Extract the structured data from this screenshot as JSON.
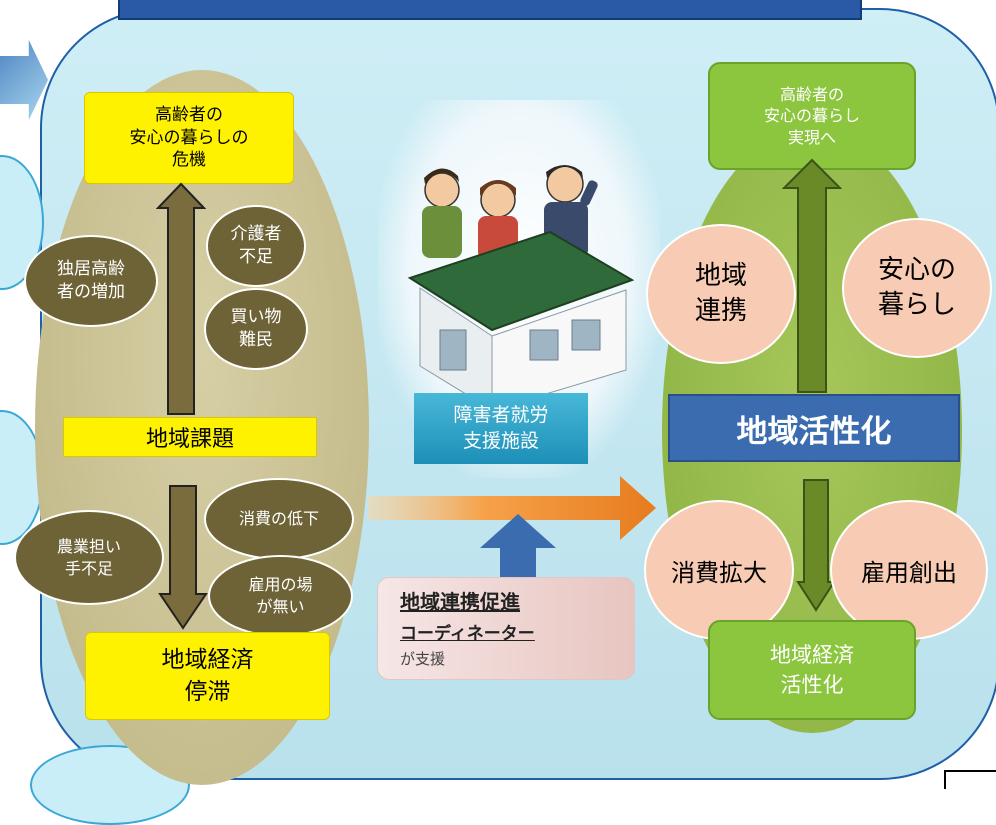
{
  "colors": {
    "panel_border": "#1f5fa8",
    "olive": "#6e6237",
    "yellow": "#fff200",
    "green": "#8cc63f",
    "peach": "#f8cbb4",
    "blue": "#3b6cb0"
  },
  "left": {
    "top_box": "高齢者の\n安心の暮らしの\n危機",
    "issues_up": [
      "介護者\n不足",
      "独居高齢\n者の増加",
      "買い物\n難民"
    ],
    "center_label": "地域課題",
    "issues_down": [
      "消費の低下",
      "農業担い\n手不足",
      "雇用の場\nが無い"
    ],
    "bottom_box": "地域経済\n停滞"
  },
  "center": {
    "facility_label": "障害者就労\n支援施設",
    "coordinator_title": "地域連携促進",
    "coordinator_subtitle": "コーディネーター",
    "coordinator_note": "が支援"
  },
  "right": {
    "top_box": "高齢者の\n安心の暮らし\n実現へ",
    "upper_circles": [
      "地域\n連携",
      "安心の\n暮らし"
    ],
    "center_label": "地域活性化",
    "lower_circles": [
      "消費拡大",
      "雇用創出"
    ],
    "bottom_box": "地域経済\n活性化"
  }
}
